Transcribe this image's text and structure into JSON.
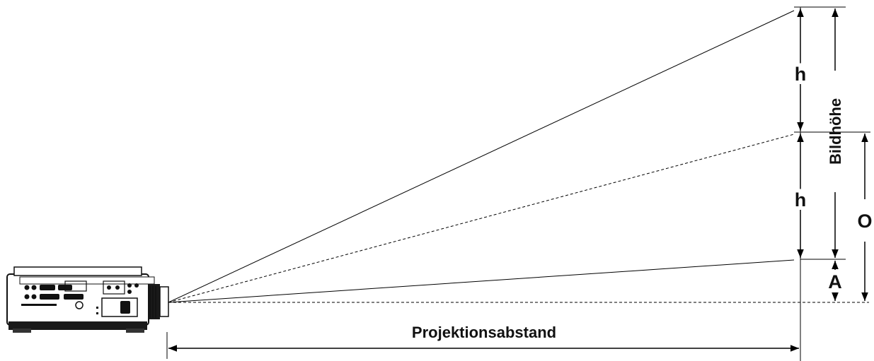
{
  "labels": {
    "h_top": "h",
    "h_bottom": "h",
    "image_height": "Bildhöhe",
    "offset": "O",
    "a": "A",
    "distance": "Projektionsabstand"
  },
  "colors": {
    "line": "#000000",
    "projector_body": "#ffffff",
    "projector_dark": "#1a1a1a"
  }
}
